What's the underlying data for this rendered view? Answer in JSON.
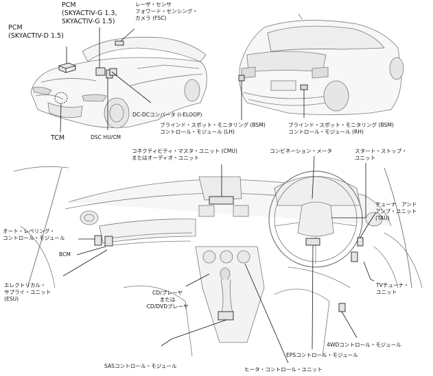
{
  "labels": {
    "pcm_g": [
      "PCM",
      "(SKYACTIV-G 1.3,",
      "SKYACTIV-G 1.5)"
    ],
    "pcm_d": [
      "PCM",
      "(SKYACTIV-D 1.5)"
    ],
    "laser": [
      "レーザ・センサ",
      "フォワード・センシング・",
      "カメラ (FSC)"
    ],
    "dcdc": "DC-DCコンバータ (i-ELOOP)",
    "tcm": "TCM",
    "dsc": "DSC HU/CM",
    "bsm_lh": [
      "ブラインド・スポット・モニタリング (BSM)",
      "コントロール・モジュール (LH)"
    ],
    "bsm_rh": [
      "ブラインド・スポット・モニタリング (BSM)",
      "コントロール・モジュール (RH)"
    ],
    "cmu": [
      "コネクティビティ・マスタ・ユニット (CMU)",
      "またはオーディオ・ユニット"
    ],
    "meter": "コンビネーション・メータ",
    "start_stop": [
      "スタート・ストップ・",
      "ユニット"
    ],
    "tau": [
      "チューナ　アンド",
      "アンプ・ユニット",
      "(TAU)"
    ],
    "leveling": [
      "オート・レベリング・",
      "コントロール・モジュール"
    ],
    "bcm": "BCM",
    "esu": [
      "エレクトリカル・",
      "サプライ・ユニット",
      "(ESU)"
    ],
    "cd": [
      "CD/プレーヤ",
      "または",
      "CD/DVDプレーヤ"
    ],
    "tv": [
      "TVチューナ・",
      "ユニット"
    ],
    "wd4": "4WDコントロール・モジュール",
    "eps": "EPSコントロール・モジュール",
    "sas": "SASコントロール・モジュール",
    "heater": "ヒータ・コントロール・ユニット"
  }
}
